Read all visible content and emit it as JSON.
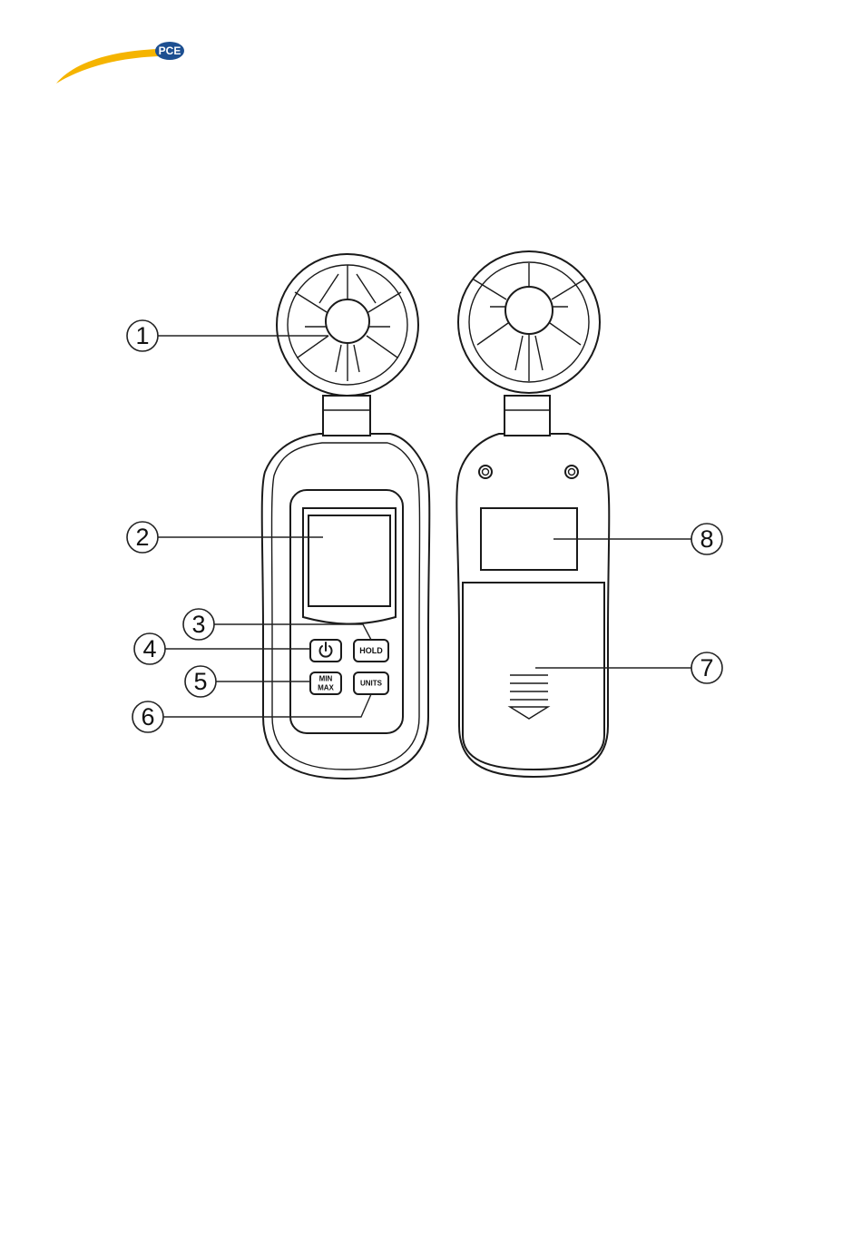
{
  "logo": {
    "brand_text": "PCE",
    "colors": {
      "swoosh": "#f5b400",
      "badge": "#1d4f91",
      "badge_text": "#ffffff"
    }
  },
  "diagram": {
    "callouts": [
      {
        "number": "1",
        "target": "vane"
      },
      {
        "number": "2",
        "target": "display"
      },
      {
        "number": "3",
        "target": "hold-button"
      },
      {
        "number": "4",
        "target": "power-button"
      },
      {
        "number": "5",
        "target": "min-max-button"
      },
      {
        "number": "6",
        "target": "units-button"
      },
      {
        "number": "7",
        "target": "battery-cover"
      },
      {
        "number": "8",
        "target": "label-area"
      }
    ],
    "buttons": {
      "hold": "HOLD",
      "min": "MIN",
      "max": "MAX",
      "units": "UNITS",
      "power_icon": "power-icon"
    }
  }
}
